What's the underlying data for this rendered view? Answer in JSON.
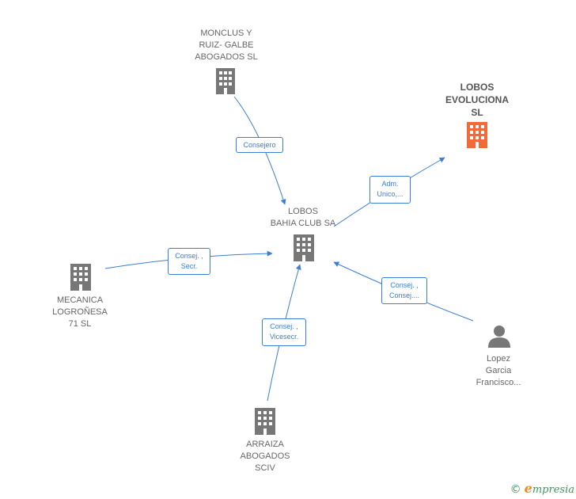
{
  "colors": {
    "edge": "#3a7fd5",
    "company_icon": "#777777",
    "highlight_icon": "#f26a3a",
    "person_icon": "#777777"
  },
  "nodes": {
    "center": {
      "label": "LOBOS\nBAHIA CLUB SA",
      "icon": "building-icon"
    },
    "monclus": {
      "label": "MONCLUS Y\nRUIZ- GALBE\nABOGADOS SL",
      "icon": "building-icon"
    },
    "lobos_evoluciona": {
      "label": "LOBOS\nEVOLUCIONA\nSL",
      "icon": "building-icon"
    },
    "mecanica": {
      "label": "MECANICA\nLOGROÑESA\n71 SL",
      "icon": "building-icon"
    },
    "arraiza": {
      "label": "ARRAIZA\nABOGADOS\nSCIV",
      "icon": "building-icon"
    },
    "lopez": {
      "label": "Lopez\nGarcia\nFrancisco...",
      "icon": "person-icon"
    }
  },
  "edges": {
    "monclus": "Consejero",
    "lobos_evoluciona": "Adm.\nUnico,...",
    "mecanica": "Consej. ,\nSecr.",
    "arraiza": "Consej. ,\nVicesecr.",
    "lopez": "Consej. ,\nConsej...."
  },
  "footer": {
    "copyright": "©",
    "brand_initial": "e",
    "brand_rest": "mpresia"
  }
}
